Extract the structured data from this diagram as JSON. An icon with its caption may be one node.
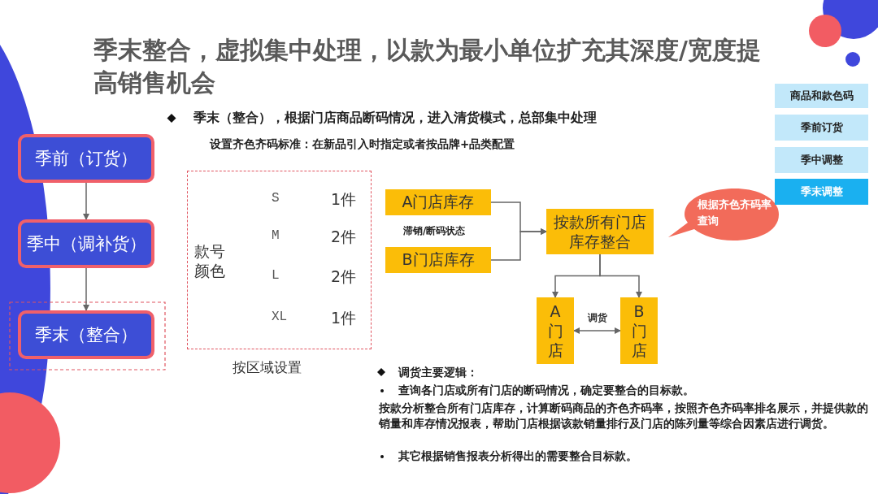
{
  "diagram": {
    "title": "季末整合，虚拟集中处理，以款为最小单位扩充其深度/宽度提高销售机会",
    "nodes": [
      {
        "text": [
          "季前（订货）"
        ]
      },
      {
        "text": [
          "季中（调补货）"
        ]
      },
      {
        "text": [
          "季末（整合）"
        ]
      },
      {
        "text": [
          "款号颜色",
          "S",
          "1件",
          "M",
          "2件",
          "L",
          "2件",
          "XL",
          "1件"
        ],
        "beside": [
          "按区域设置"
        ]
      },
      {
        "text": [
          "A门店库存"
        ]
      },
      {
        "text": [
          "B门店库存"
        ]
      },
      {
        "text": [
          "按款所有门店库存整合"
        ]
      },
      {
        "text": [
          "A门店"
        ]
      },
      {
        "text": [
          "B门店"
        ]
      },
      {
        "text": [
          "根据齐色齐码率查询"
        ]
      },
      {
        "text": [
          "商品和款色码"
        ]
      },
      {
        "text": [
          "季前订货"
        ]
      },
      {
        "text": [
          "季中调整"
        ]
      },
      {
        "text": [
          "季末调整"
        ]
      }
    ],
    "edges": [
      {
        "from": 0,
        "to": 1,
        "arrow": "to"
      },
      {
        "from": 1,
        "to": 2,
        "arrow": "to"
      },
      {
        "from": 4,
        "to": 6,
        "arrow": "to"
      },
      {
        "from": 5,
        "to": 6,
        "arrow": "to"
      },
      {
        "from": 6,
        "to": 7,
        "arrow": "to"
      },
      {
        "from": 6,
        "to": 8,
        "arrow": "to"
      },
      {
        "from": 7,
        "to": 8,
        "arrow": "both",
        "label": "调货"
      }
    ],
    "labels": [
      "季末（整合），根据门店商品断码情况，进入清货模式，总部集中处理",
      "设置齐色齐码标准：在新品引入时指定或者按品牌+品类配置",
      "滞销/断码状态",
      "调货主要逻辑：",
      "查询各门店或所有门店的断码情况，确定要整合的目标款。",
      "按款分析整合所有门店库存，计算断码商品的齐色齐码率，按照齐色齐码率排名展示，并提供款的销量和库存情况报表，帮助门店根据该款销量排行及门店的陈列量等综合因素店进行调货。",
      "其它根据销售报表分析得出的需要整合目标款。"
    ]
  }
}
